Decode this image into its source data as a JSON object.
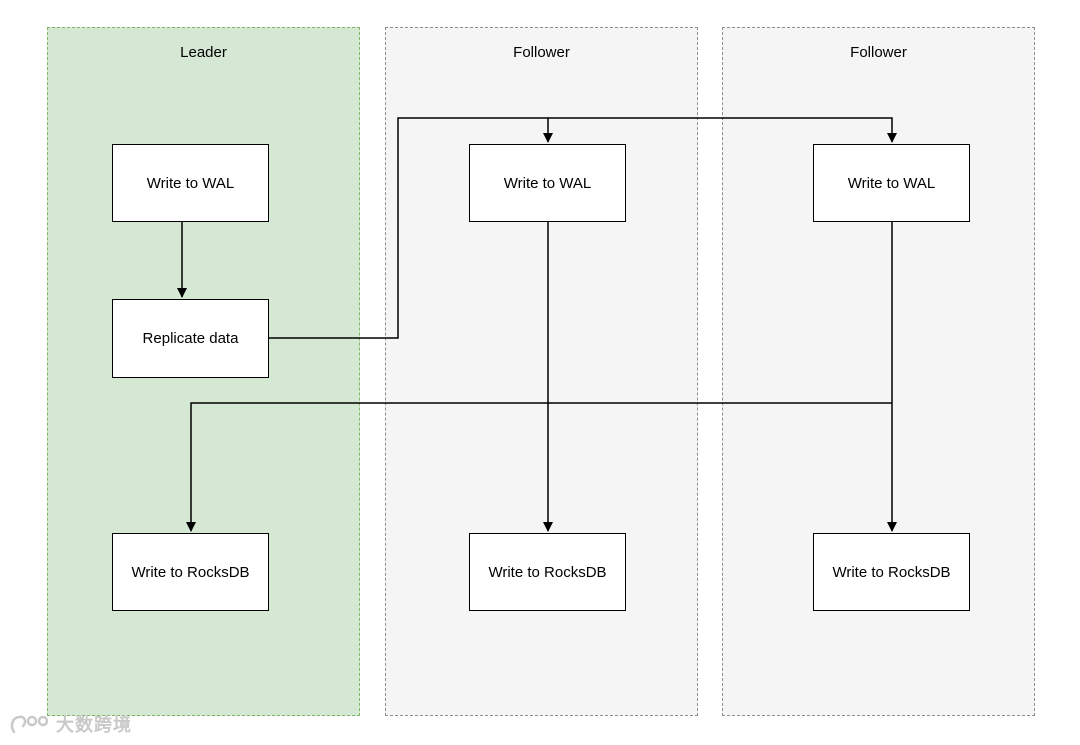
{
  "colors": {
    "leader_fill": "#d5e8d4",
    "follower_fill": "#f5f5f5",
    "edge": "#000000"
  },
  "lanes": {
    "leader": {
      "title": "Leader",
      "nodes": {
        "wal": "Write to WAL",
        "replicate": "Replicate data",
        "rocksdb": "Write to RocksDB"
      }
    },
    "follower_1": {
      "title": "Follower",
      "nodes": {
        "wal": "Write to WAL",
        "rocksdb": "Write to RocksDB"
      }
    },
    "follower_2": {
      "title": "Follower",
      "nodes": {
        "wal": "Write to WAL",
        "rocksdb": "Write to RocksDB"
      }
    }
  },
  "watermark": {
    "text": "大数跨境"
  }
}
